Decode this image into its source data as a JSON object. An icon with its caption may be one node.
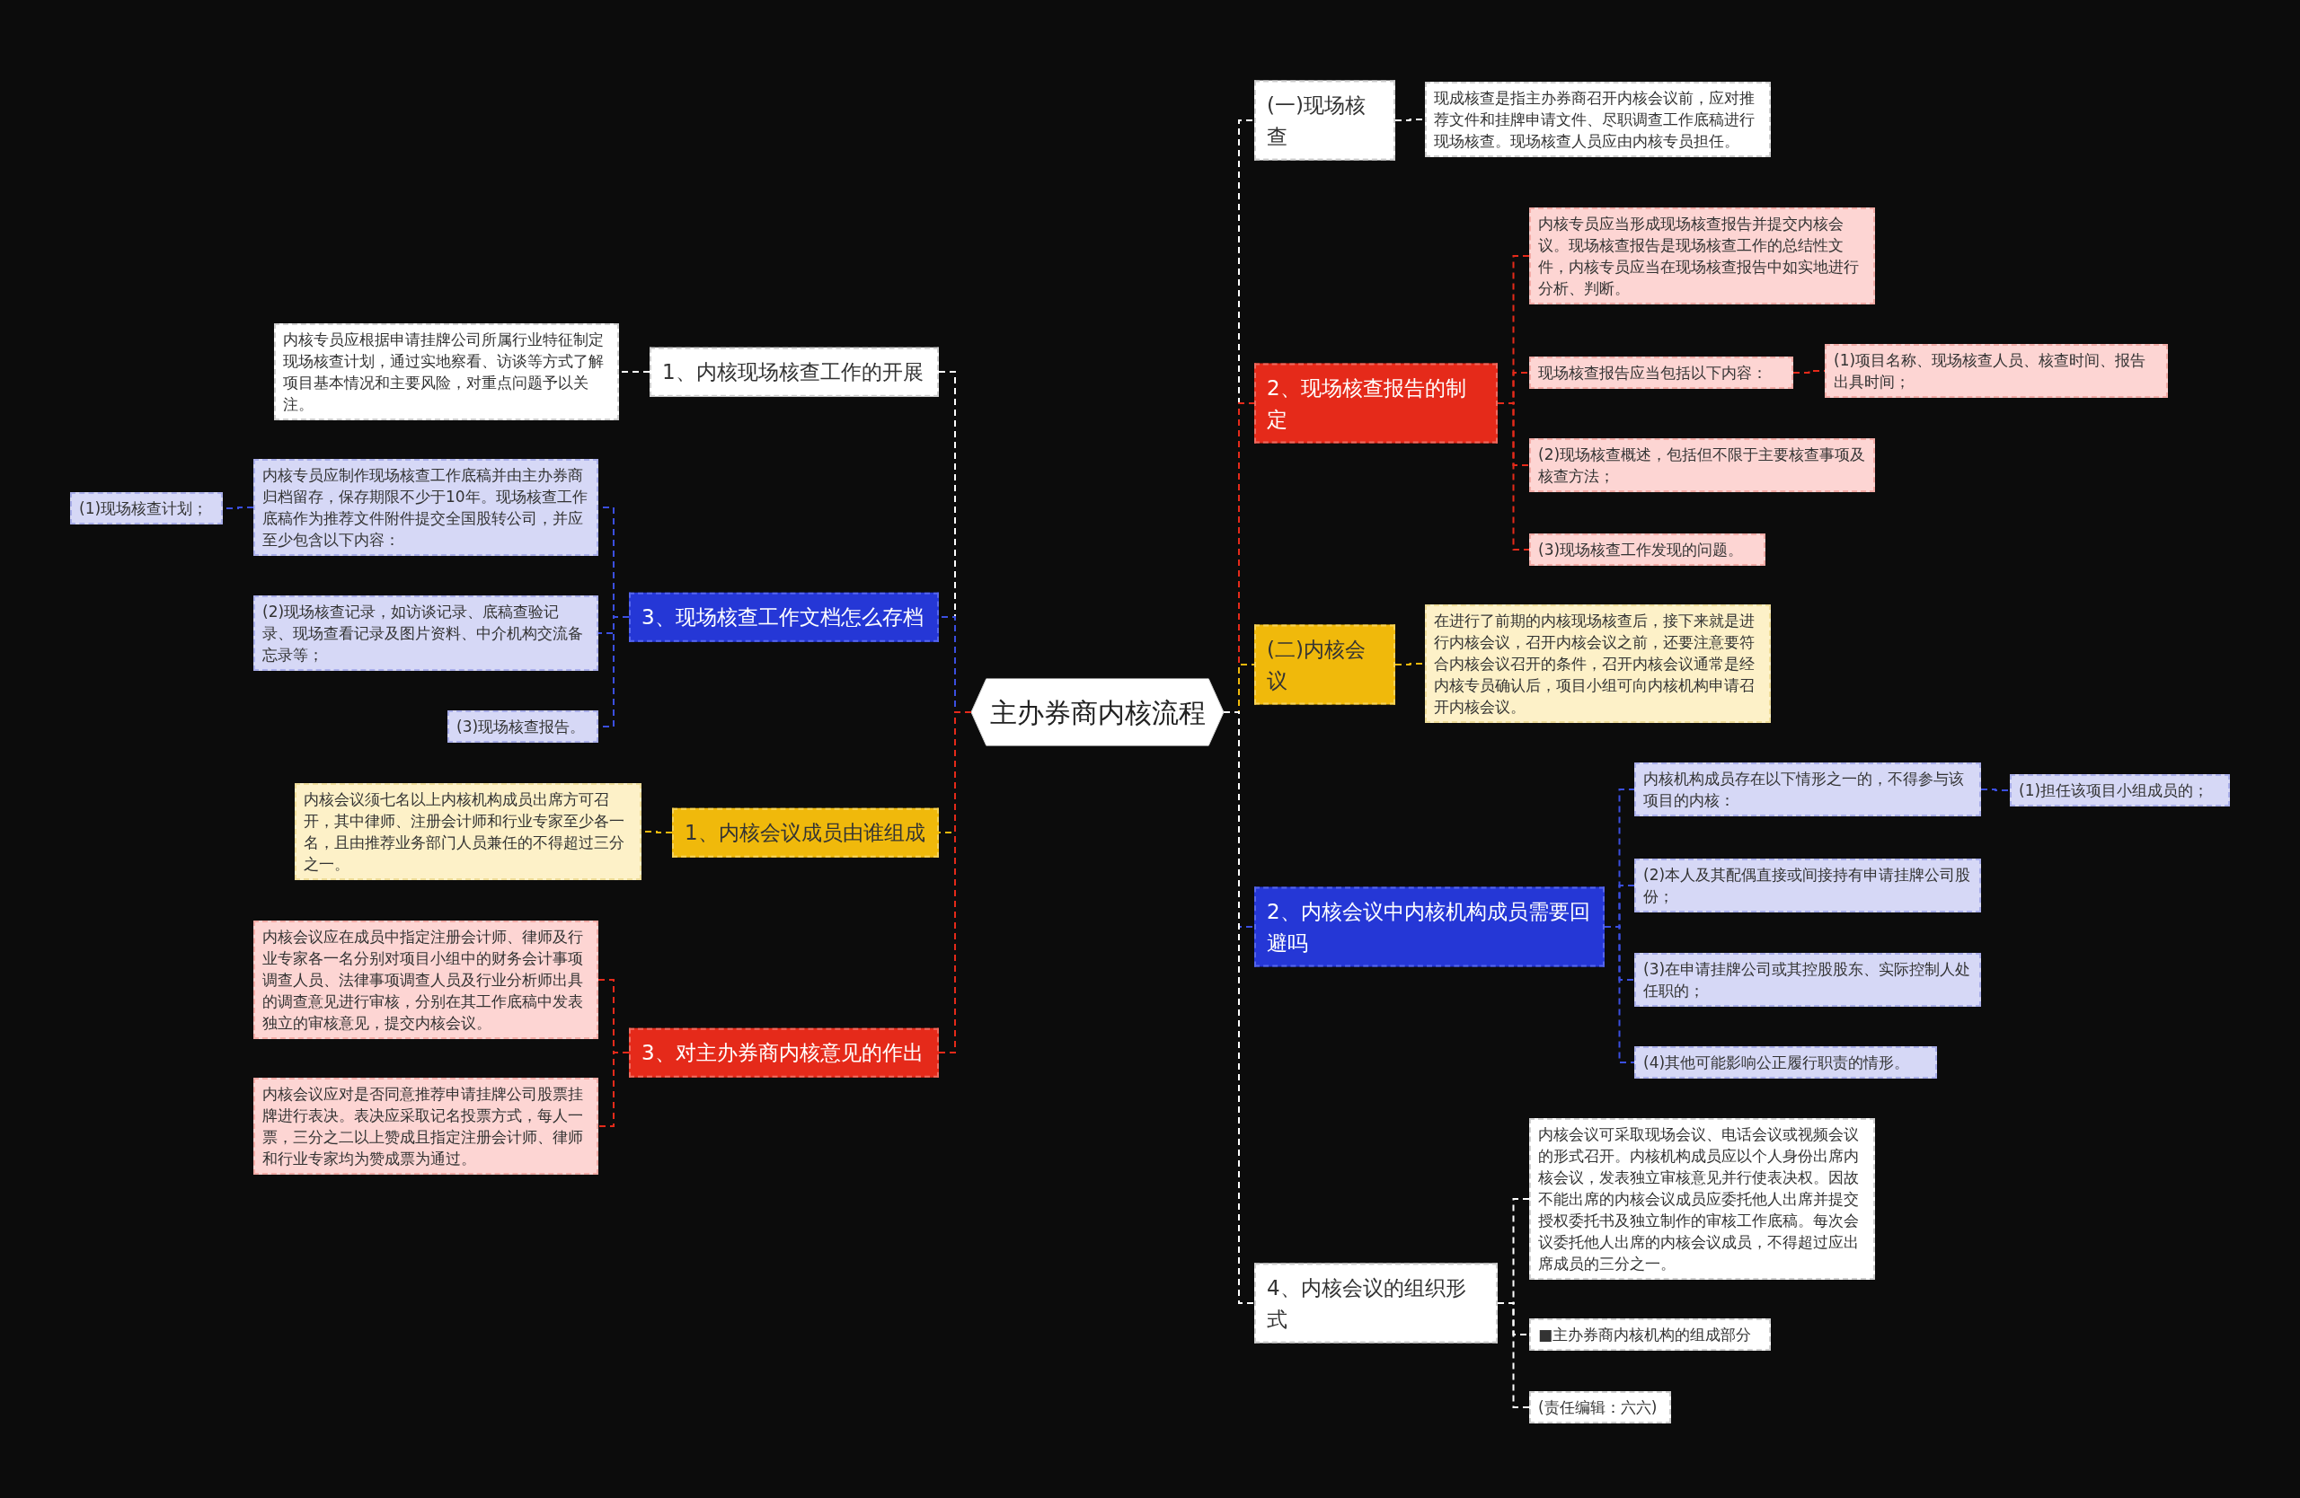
{
  "diagram": {
    "nodes": [
      {
        "text": [
          "主办券商内核流程"
        ]
      },
      {
        "text": [
          "1、内核现场核查工作的开展"
        ]
      },
      {
        "text": [
          "内核专员应根据申请挂牌公司所属行业特征制定现场核查计划，通过实地察看、访谈等方式了解项目基本情况和主要风险，对重点问题予以关注。"
        ]
      },
      {
        "text": [
          "3、现场核查工作文档怎么存档"
        ]
      },
      {
        "text": [
          "内核专员应制作现场核查工作底稿并由主办券商归档留存，保存期限不少于10年。现场核查工作底稿作为推荐文件附件提交全国股转公司，并应至少包含以下内容："
        ]
      },
      {
        "text": [
          "(1)现场核查计划；"
        ]
      },
      {
        "text": [
          "(2)现场核查记录，如访谈记录、底稿查验记录、现场查看记录及图片资料、中介机构交流备忘录等；"
        ]
      },
      {
        "text": [
          "(3)现场核查报告。"
        ]
      },
      {
        "text": [
          "1、内核会议成员由谁组成"
        ]
      },
      {
        "text": [
          "内核会议须七名以上内核机构成员出席方可召开，其中律师、注册会计师和行业专家至少各一名，且由推荐业务部门人员兼任的不得超过三分之一。"
        ]
      },
      {
        "text": [
          "3、对主办券商内核意见的作出"
        ]
      },
      {
        "text": [
          "内核会议应在成员中指定注册会计师、律师及行业专家各一名分别对项目小组中的财务会计事项调查人员、法律事项调查人员及行业分析师出具的调查意见进行审核，分别在其工作底稿中发表独立的审核意见，提交内核会议。"
        ]
      },
      {
        "text": [
          "内核会议应对是否同意推荐申请挂牌公司股票挂牌进行表决。表决应采取记名投票方式，每人一票，三分之二以上赞成且指定注册会计师、律师和行业专家均为赞成票为通过。"
        ]
      },
      {
        "text": [
          "(一)现场核查"
        ]
      },
      {
        "text": [
          "现成核查是指主办券商召开内核会议前，应对推荐文件和挂牌申请文件、尽职调查工作底稿进行现场核查。现场核查人员应由内核专员担任。"
        ]
      },
      {
        "text": [
          "2、现场核查报告的制定"
        ]
      },
      {
        "text": [
          "内核专员应当形成现场核查报告并提交内核会议。现场核查报告是现场核查工作的总结性文件，内核专员应当在现场核查报告中如实地进行分析、判断。"
        ]
      },
      {
        "text": [
          "现场核查报告应当包括以下内容："
        ]
      },
      {
        "text": [
          "(1)项目名称、现场核查人员、核查时间、报告出具时间；"
        ]
      },
      {
        "text": [
          "(2)现场核查概述，包括但不限于主要核查事项及核查方法；"
        ]
      },
      {
        "text": [
          "(3)现场核查工作发现的问题。"
        ]
      },
      {
        "text": [
          "(二)内核会议"
        ]
      },
      {
        "text": [
          "在进行了前期的内核现场核查后，接下来就是进行内核会议，召开内核会议之前，还要注意要符合内核会议召开的条件，召开内核会议通常是经内核专员确认后，项目小组可向内核机构申请召开内核会议。"
        ]
      },
      {
        "text": [
          "2、内核会议中内核机构成员需要回避吗"
        ]
      },
      {
        "text": [
          "内核机构成员存在以下情形之一的，不得参与该项目的内核："
        ]
      },
      {
        "text": [
          "(1)担任该项目小组成员的；"
        ]
      },
      {
        "text": [
          "(2)本人及其配偶直接或间接持有申请挂牌公司股份；"
        ]
      },
      {
        "text": [
          "(3)在申请挂牌公司或其控股股东、实际控制人处任职的；"
        ]
      },
      {
        "text": [
          "(4)其他可能影响公正履行职责的情形。"
        ]
      },
      {
        "text": [
          "4、内核会议的组织形式"
        ]
      },
      {
        "text": [
          "内核会议可采取现场会议、电话会议或视频会议的形式召开。内核机构成员应以个人身份出席内核会议，发表独立审核意见并行使表决权。因故不能出席的内核会议成员应委托他人出席并提交授权委托书及独立制作的审核工作底稿。每次会议委托他人出席的内核会议成员，不得超过应出席成员的三分之一。"
        ]
      },
      {
        "text": [
          "■主办券商内核机构的组成部分"
        ]
      },
      {
        "text": [
          "(责任编辑：六六)"
        ]
      }
    ],
    "edges": [
      {
        "from": 0,
        "to": 1,
        "arrow": "none",
        "style": "dashed",
        "color": "#ffffff"
      },
      {
        "from": 1,
        "to": 2,
        "arrow": "none",
        "style": "dashed",
        "color": "#ffffff"
      },
      {
        "from": 0,
        "to": 3,
        "arrow": "none",
        "style": "dashed",
        "color": "#3b4fe0"
      },
      {
        "from": 3,
        "to": 4,
        "arrow": "none",
        "style": "dashed",
        "color": "#3b4fe0"
      },
      {
        "from": 4,
        "to": 5,
        "arrow": "none",
        "style": "dashed",
        "color": "#3b4fe0"
      },
      {
        "from": 3,
        "to": 6,
        "arrow": "none",
        "style": "dashed",
        "color": "#3b4fe0"
      },
      {
        "from": 3,
        "to": 7,
        "arrow": "none",
        "style": "dashed",
        "color": "#3b4fe0"
      },
      {
        "from": 0,
        "to": 8,
        "arrow": "none",
        "style": "dashed",
        "color": "#f0b90b"
      },
      {
        "from": 8,
        "to": 9,
        "arrow": "none",
        "style": "dashed",
        "color": "#f0b90b"
      },
      {
        "from": 0,
        "to": 10,
        "arrow": "none",
        "style": "dashed",
        "color": "#e52a1a"
      },
      {
        "from": 10,
        "to": 11,
        "arrow": "none",
        "style": "dashed",
        "color": "#e52a1a"
      },
      {
        "from": 10,
        "to": 12,
        "arrow": "none",
        "style": "dashed",
        "color": "#e52a1a"
      },
      {
        "from": 0,
        "to": 13,
        "arrow": "none",
        "style": "dashed",
        "color": "#ffffff"
      },
      {
        "from": 13,
        "to": 14,
        "arrow": "none",
        "style": "dashed",
        "color": "#ffffff"
      },
      {
        "from": 0,
        "to": 15,
        "arrow": "none",
        "style": "dashed",
        "color": "#e52a1a"
      },
      {
        "from": 15,
        "to": 16,
        "arrow": "none",
        "style": "dashed",
        "color": "#e52a1a"
      },
      {
        "from": 15,
        "to": 17,
        "arrow": "none",
        "style": "dashed",
        "color": "#e52a1a"
      },
      {
        "from": 17,
        "to": 18,
        "arrow": "none",
        "style": "dashed",
        "color": "#e52a1a"
      },
      {
        "from": 15,
        "to": 19,
        "arrow": "none",
        "style": "dashed",
        "color": "#e52a1a"
      },
      {
        "from": 15,
        "to": 20,
        "arrow": "none",
        "style": "dashed",
        "color": "#e52a1a"
      },
      {
        "from": 0,
        "to": 21,
        "arrow": "none",
        "style": "dashed",
        "color": "#f0b90b"
      },
      {
        "from": 21,
        "to": 22,
        "arrow": "none",
        "style": "dashed",
        "color": "#f0b90b"
      },
      {
        "from": 0,
        "to": 23,
        "arrow": "none",
        "style": "dashed",
        "color": "#3b4fe0"
      },
      {
        "from": 23,
        "to": 24,
        "arrow": "none",
        "style": "dashed",
        "color": "#3b4fe0"
      },
      {
        "from": 24,
        "to": 25,
        "arrow": "none",
        "style": "dashed",
        "color": "#3b4fe0"
      },
      {
        "from": 23,
        "to": 26,
        "arrow": "none",
        "style": "dashed",
        "color": "#3b4fe0"
      },
      {
        "from": 23,
        "to": 27,
        "arrow": "none",
        "style": "dashed",
        "color": "#3b4fe0"
      },
      {
        "from": 23,
        "to": 28,
        "arrow": "none",
        "style": "dashed",
        "color": "#3b4fe0"
      },
      {
        "from": 0,
        "to": 29,
        "arrow": "none",
        "style": "dashed",
        "color": "#ffffff"
      },
      {
        "from": 29,
        "to": 30,
        "arrow": "none",
        "style": "dashed",
        "color": "#ffffff"
      },
      {
        "from": 29,
        "to": 31,
        "arrow": "none",
        "style": "dashed",
        "color": "#ffffff"
      },
      {
        "from": 29,
        "to": 32,
        "arrow": "none",
        "style": "dashed",
        "color": "#ffffff"
      }
    ]
  }
}
